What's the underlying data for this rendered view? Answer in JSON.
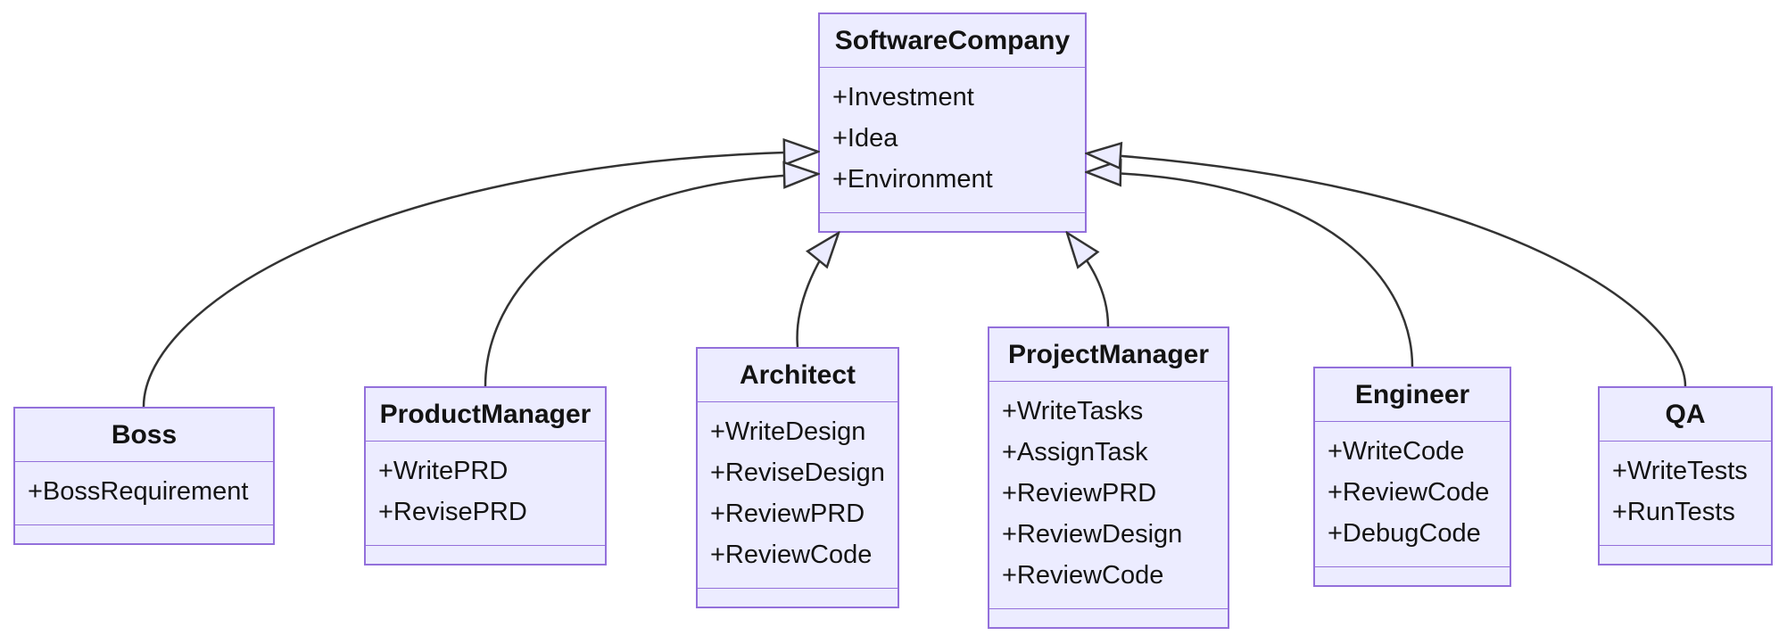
{
  "diagram": {
    "type": "uml-class-diagram",
    "classes": [
      {
        "name": "SoftwareCompany",
        "attributes": [
          "+Investment",
          "+Idea",
          "+Environment"
        ],
        "methods": []
      },
      {
        "name": "Boss",
        "attributes": [
          "+BossRequirement"
        ],
        "methods": []
      },
      {
        "name": "ProductManager",
        "attributes": [
          "+WritePRD",
          "+RevisePRD"
        ],
        "methods": []
      },
      {
        "name": "Architect",
        "attributes": [
          "+WriteDesign",
          "+ReviseDesign",
          "+ReviewPRD",
          "+ReviewCode"
        ],
        "methods": []
      },
      {
        "name": "ProjectManager",
        "attributes": [
          "+WriteTasks",
          "+AssignTask",
          "+ReviewPRD",
          "+ReviewDesign",
          "+ReviewCode"
        ],
        "methods": []
      },
      {
        "name": "Engineer",
        "attributes": [
          "+WriteCode",
          "+ReviewCode",
          "+DebugCode"
        ],
        "methods": []
      },
      {
        "name": "QA",
        "attributes": [
          "+WriteTests",
          "+RunTests"
        ],
        "methods": []
      }
    ],
    "relations": [
      {
        "from": "Boss",
        "to": "SoftwareCompany",
        "type": "inheritance"
      },
      {
        "from": "ProductManager",
        "to": "SoftwareCompany",
        "type": "inheritance"
      },
      {
        "from": "Architect",
        "to": "SoftwareCompany",
        "type": "inheritance"
      },
      {
        "from": "ProjectManager",
        "to": "SoftwareCompany",
        "type": "inheritance"
      },
      {
        "from": "Engineer",
        "to": "SoftwareCompany",
        "type": "inheritance"
      },
      {
        "from": "QA",
        "to": "SoftwareCompany",
        "type": "inheritance"
      }
    ],
    "colors": {
      "class_fill": "#ECECFF",
      "class_border": "#9370DB",
      "edge_line": "#333333",
      "text": "#131313",
      "background": "#FFFFFF"
    }
  }
}
